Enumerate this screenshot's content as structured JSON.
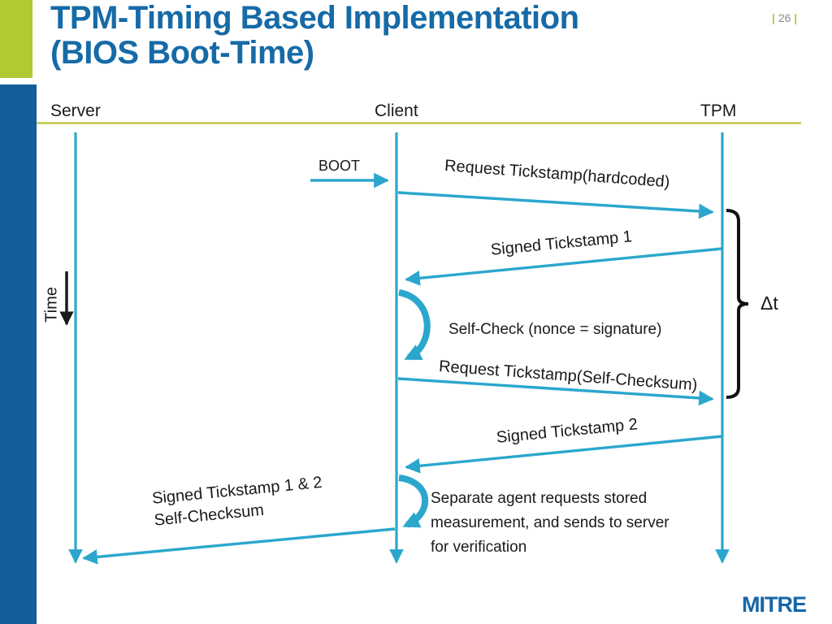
{
  "slide": {
    "title_lines": [
      "TPM-Timing Based Implementation",
      "(BIOS Boot-Time)"
    ],
    "page_number": "26",
    "brand": "MITRE"
  },
  "lifelines": [
    {
      "label": "Server"
    },
    {
      "label": "Client"
    },
    {
      "label": "TPM"
    }
  ],
  "labels": {
    "time": "Time",
    "delta_t": "Δt",
    "boot": "BOOT",
    "request_hardcoded": "Request Tickstamp(hardcoded)",
    "signed_1": "Signed Tickstamp 1",
    "self_check": "Self-Check (nonce = signature)",
    "request_self_checksum": "Request Tickstamp(Self-Checksum)",
    "signed_2": "Signed Tickstamp 2",
    "final_lines": [
      "Signed Tickstamp 1 & 2",
      "Self-Checksum"
    ],
    "note_lines": [
      "Separate agent requests stored",
      "measurement, and sends to server",
      "for verification"
    ]
  },
  "colors": {
    "accent_teal": "#2BA7CD",
    "title_blue": "#166AA7",
    "lime": "#B2C932",
    "underline_olive": "#CDD063",
    "sidebar_blue": "#145E9C",
    "bracket_black": "#111111"
  }
}
